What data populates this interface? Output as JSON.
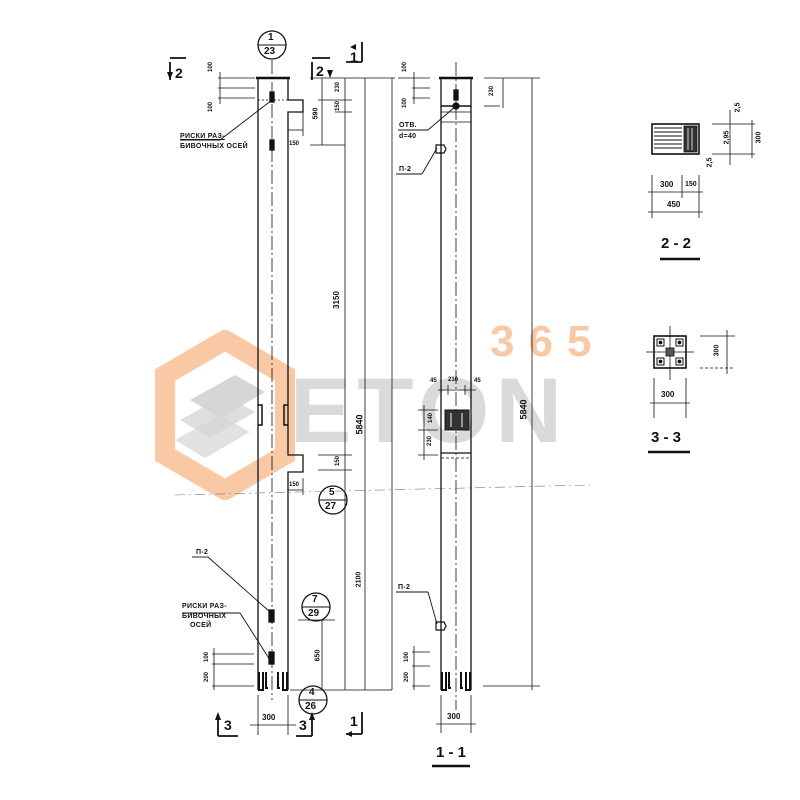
{
  "drawing": {
    "type": "reinforced concrete column elevation and sections",
    "colors": {
      "line": "#111111",
      "background": "#ffffff",
      "watermark_orange": "#f9c9a6",
      "watermark_gray": "#d6d6d6"
    },
    "watermark": {
      "brand": "ETON",
      "suffix": "365"
    },
    "elevation_front": {
      "callout_top": {
        "num": "1",
        "sheet": "23"
      },
      "callout_mid": {
        "num": "5",
        "sheet": "27"
      },
      "callout_low": {
        "num": "7",
        "sheet": "29"
      },
      "callout_bottom": {
        "num": "4",
        "sheet": "26"
      },
      "section_marker_2_left": "2",
      "section_marker_2_right": "2",
      "section_marker_1_top": "1",
      "section_marker_1_bottom": "1",
      "section_marker_3_left": "3",
      "section_marker_3_right": "3",
      "note_top_line1": "РИСКИ РАЗ-",
      "note_top_line2": "БИВОЧНЫХ ОСЕЙ",
      "note_bottom_line1": "РИСКИ РАЗ-",
      "note_bottom_line2": "БИВОЧНЫХ",
      "note_bottom_line3": "ОСЕЙ",
      "label_p2": "П-2",
      "dims": {
        "top_100a": "100",
        "top_100b": "100",
        "d_230": "230",
        "d_590": "590",
        "d_150_top": "150",
        "d_150_console": "150",
        "d_3150": "3150",
        "d_5840": "5840",
        "d_150_mid": "150",
        "d_150_console2": "150",
        "d_2100": "2100",
        "d_650": "650",
        "bot_100": "100",
        "bot_200": "200",
        "width_300": "300"
      }
    },
    "elevation_side": {
      "title": "1 - 1",
      "label_hole_line1": "ОТВ.",
      "label_hole_line2": "d=40",
      "label_p2_top": "П-2",
      "label_p2_bottom": "П-2",
      "dims": {
        "top_100a": "100",
        "top_100b": "100",
        "d_230": "230",
        "d_45_left": "45",
        "d_210": "210",
        "d_45_right": "45",
        "d_140": "140",
        "d_230_mid": "230",
        "d_5840": "5840",
        "bot_100": "100",
        "bot_200": "200",
        "width_300": "300"
      }
    },
    "section_2_2": {
      "title": "2 - 2",
      "dims": {
        "w_300": "300",
        "w_150": "150",
        "w_total": "450",
        "h_25_top": "2,5",
        "h_295": "2,95",
        "h_25_bot": "2,5",
        "h_300": "300"
      }
    },
    "section_3_3": {
      "title": "3 - 3",
      "dims": {
        "w_300": "300",
        "h_300": "300"
      }
    }
  }
}
